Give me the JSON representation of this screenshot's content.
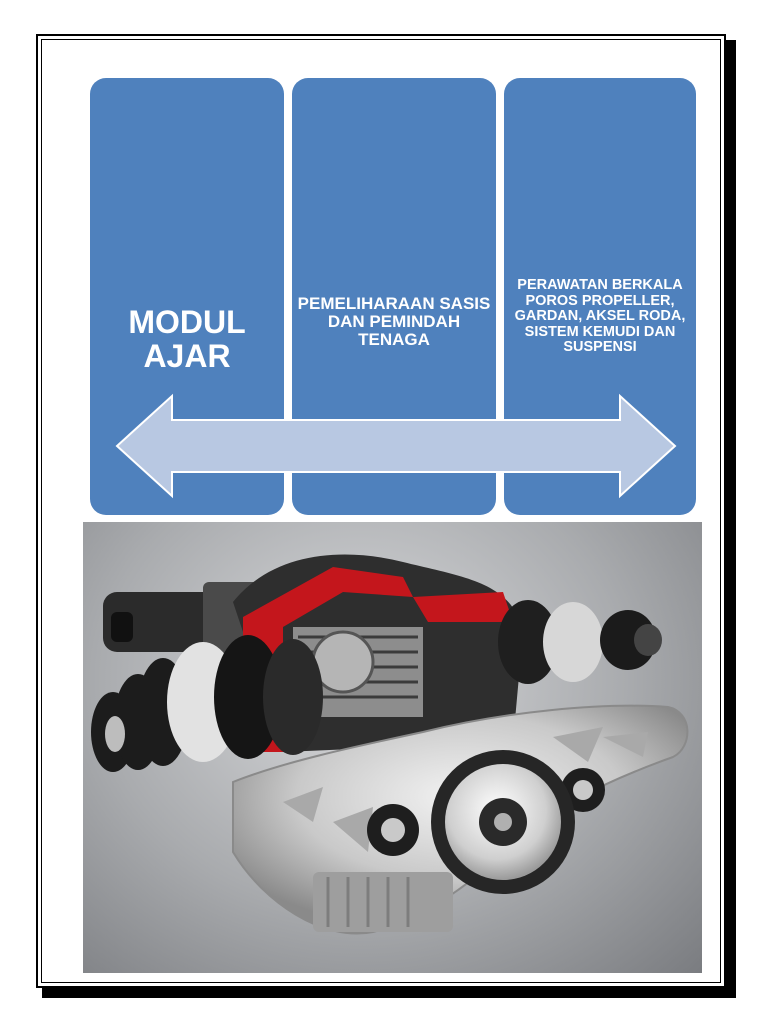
{
  "header": {
    "box1": "MODUL AJAR",
    "box2": "PEMELIHARAAN SASIS DAN PEMINDAH TENAGA",
    "box3": "PERAWATAN BERKALA POROS PROPELLER, GARDAN, AKSEL RODA, SISTEM KEMUDI DAN SUSPENSI"
  },
  "colors": {
    "box": "#4f81bd",
    "arrow": "#b8c8e2",
    "text": "#ffffff"
  },
  "image": {
    "subject": "rear-differential-assembly"
  }
}
